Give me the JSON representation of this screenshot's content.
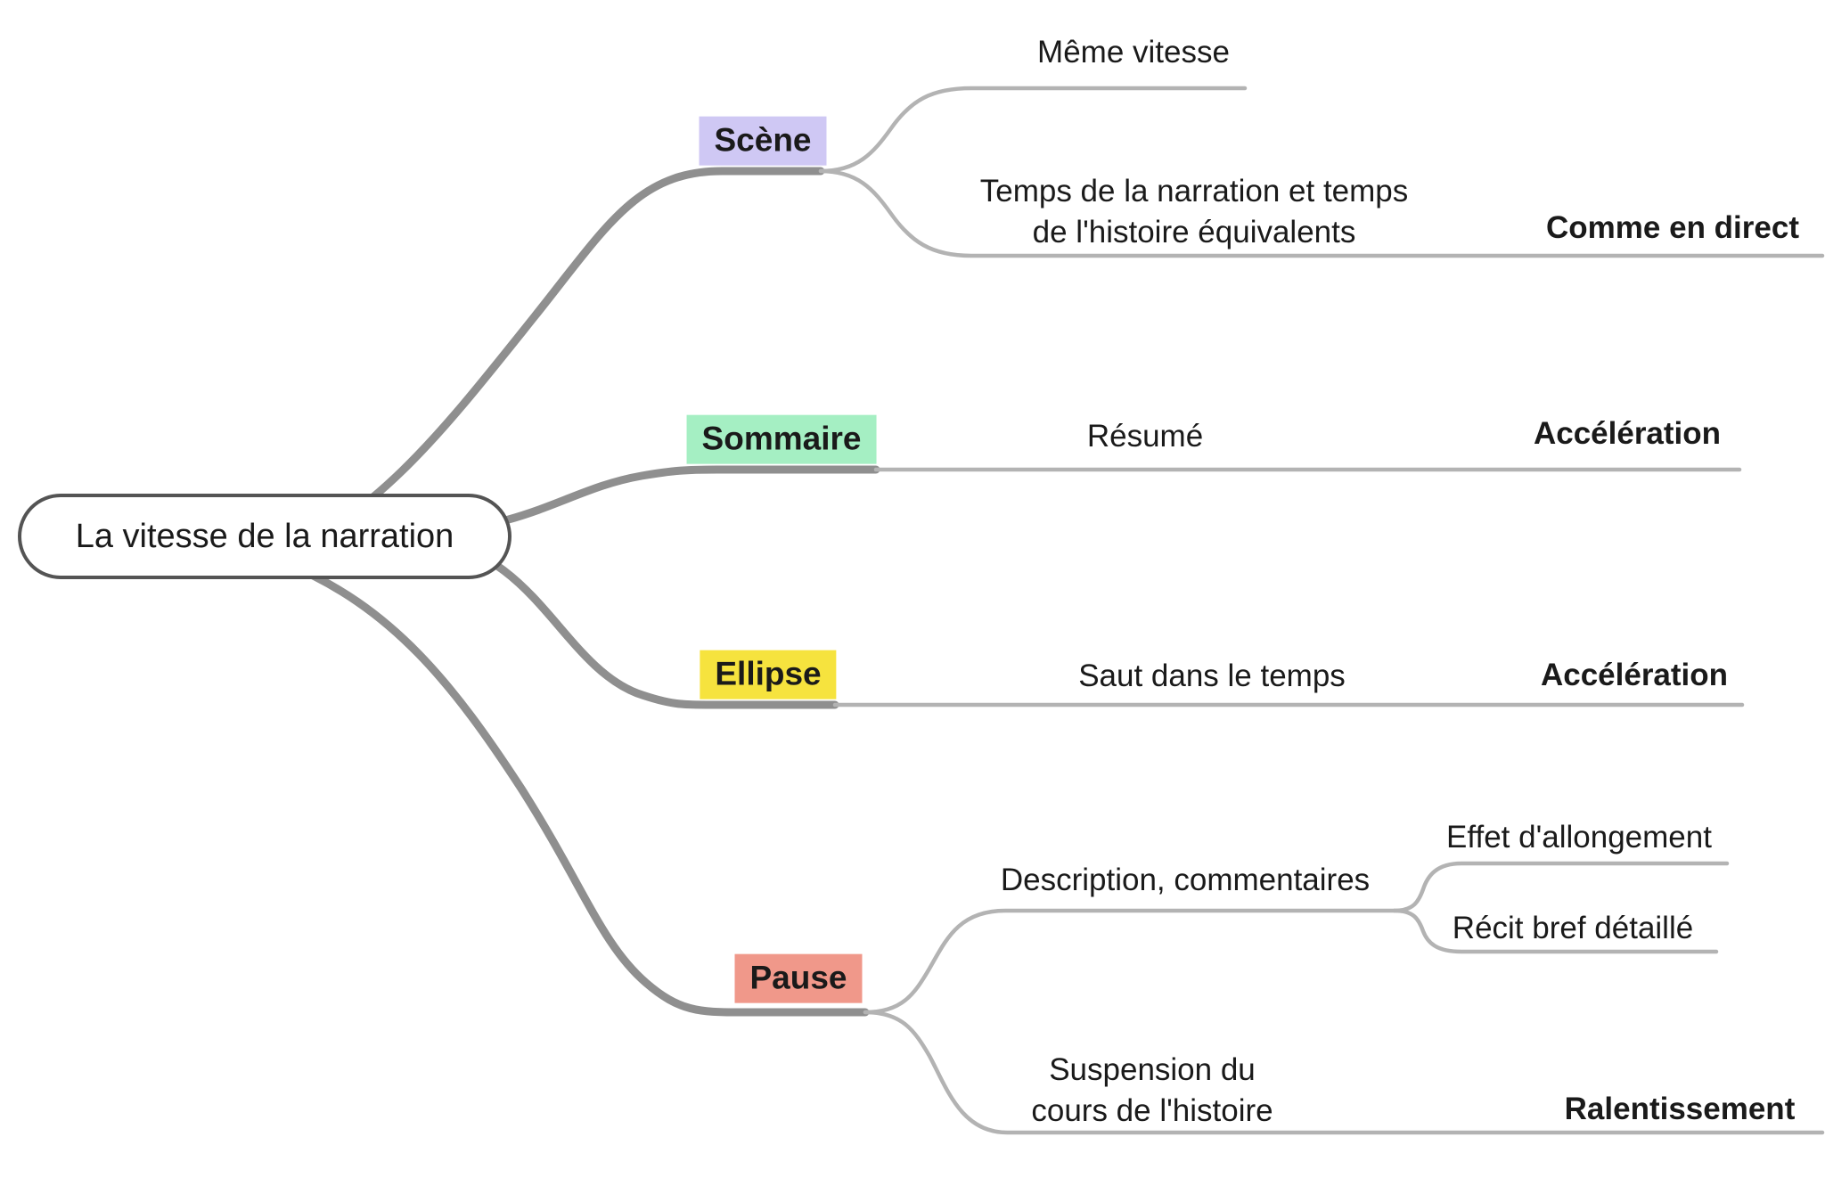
{
  "diagram_title": "La vitesse de la narration",
  "colors": {
    "branch_line": "#8f8f8f",
    "child_line": "#b3b3b3",
    "root_border": "#545454",
    "text": "#1a1a1a",
    "scene_bg": "#cfc8f4",
    "sommaire_bg": "#a5efc3",
    "ellipse_bg": "#f6e33e",
    "pause_bg": "#f0988a"
  },
  "root": {
    "label": "La vitesse de la narration"
  },
  "branches": [
    {
      "label": "Scène",
      "children": [
        {
          "label": "Même vitesse"
        },
        {
          "label": "Temps de la narration et temps\nde l'histoire équivalents",
          "children": [
            {
              "label": "Comme en direct"
            }
          ]
        }
      ]
    },
    {
      "label": "Sommaire",
      "children": [
        {
          "label": "Résumé",
          "children": [
            {
              "label": "Accélération"
            }
          ]
        }
      ]
    },
    {
      "label": "Ellipse",
      "children": [
        {
          "label": "Saut dans le temps",
          "children": [
            {
              "label": "Accélération"
            }
          ]
        }
      ]
    },
    {
      "label": "Pause",
      "children": [
        {
          "label": "Description, commentaires",
          "children": [
            {
              "label": "Effet d'allongement"
            },
            {
              "label": "Récit bref détaillé"
            }
          ]
        },
        {
          "label": "Suspension du\ncours de l'histoire",
          "children": [
            {
              "label": "Ralentissement"
            }
          ]
        }
      ]
    }
  ]
}
